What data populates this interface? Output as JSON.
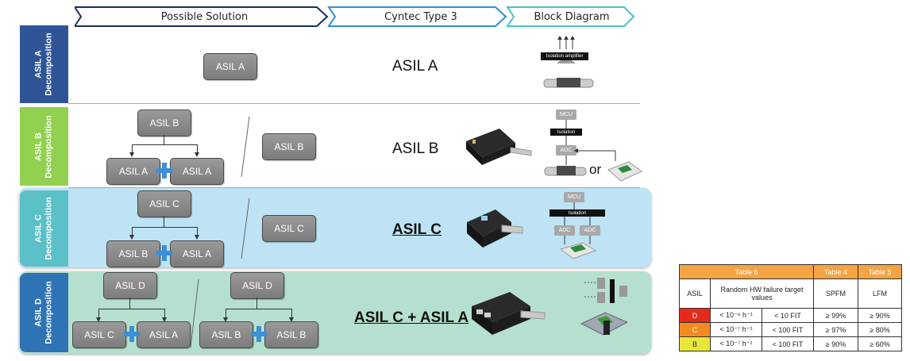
{
  "headers": {
    "possible_solution": "Possible Solution",
    "cyntec_type3": "Cyntec Type 3",
    "block_diagram": "Block Diagram"
  },
  "rows": [
    {
      "side_line1": "ASIL A",
      "side_line2": "Decomposition",
      "boxes": [
        "ASIL A"
      ],
      "cyntec": "ASIL A"
    },
    {
      "side_line1": "ASIL B",
      "side_line2": "Decomposition",
      "boxes": [
        "ASIL B",
        "ASIL A",
        "ASIL A",
        "ASIL B"
      ],
      "cyntec": "ASIL B"
    },
    {
      "side_line1": "ASIL C",
      "side_line2": "Decomposition",
      "boxes": [
        "ASIL C",
        "ASIL B",
        "ASIL A",
        "ASIL C"
      ],
      "cyntec": "ASIL C"
    },
    {
      "side_line1": "ASIL D",
      "side_line2": "Decomposition",
      "boxes": [
        "ASIL D",
        "ASIL C",
        "ASIL A",
        "ASIL D",
        "ASIL B",
        "ASIL B"
      ],
      "cyntec": "ASIL C + ASIL A"
    }
  ],
  "block_labels": {
    "isolation_amplifier": "Isolation amplifier",
    "mcu": "MCU",
    "isolation": "Isolation",
    "adc": "ADC",
    "or": "or"
  },
  "colors": {
    "asil_a": "#2f5597",
    "asil_b": "#92d050",
    "asil_c": "#5bc0c7",
    "asil_d": "#2e74b5",
    "band_c": "#bde3f5",
    "band_d": "#b5e0cf",
    "table_header": "#f4a442",
    "d_cell": "#e52a1c",
    "c_cell": "#f58b1f",
    "b_cell": "#e8e63a"
  },
  "table": {
    "headers": [
      "Table 6",
      "Table 4",
      "Table 5"
    ],
    "subheaders": [
      "ASIL",
      "Random HW failure target values",
      "SPFM",
      "LFM"
    ],
    "rows": [
      {
        "asil": "D",
        "rate": "< 10⁻⁸ h⁻¹",
        "fit": "< 10 FIT",
        "spfm": "≥ 99%",
        "lfm": "≥ 90%"
      },
      {
        "asil": "C",
        "rate": "< 10⁻⁷ h⁻¹",
        "fit": "< 100 FIT",
        "spfm": "≥ 97%",
        "lfm": "≥ 80%"
      },
      {
        "asil": "B",
        "rate": "< 10⁻⁷ h⁻¹",
        "fit": "< 100 FIT",
        "spfm": "≥ 90%",
        "lfm": "≥ 60%"
      }
    ]
  }
}
